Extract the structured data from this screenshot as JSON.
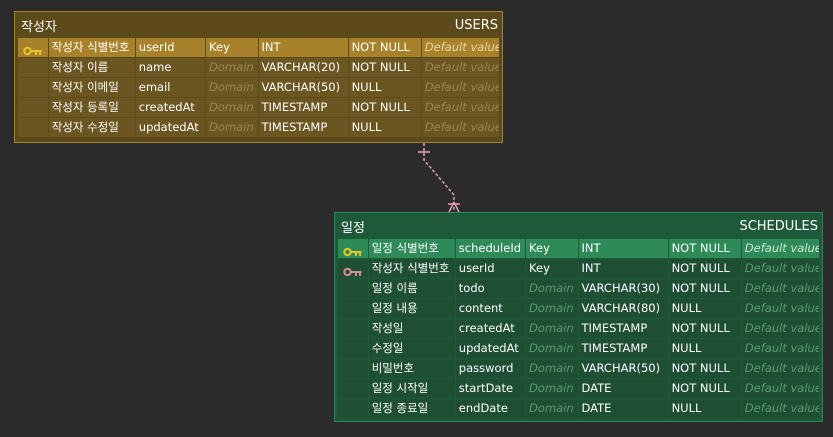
{
  "colors": {
    "background": "#2b2b2b",
    "users_entity": "#5c4a1a",
    "users_pk_row": "#a8822a",
    "schedules_entity": "#1e5a3a",
    "schedules_pk_row": "#2e8a57",
    "primary_key_icon": "#e8c62a",
    "foreign_key_icon": "#d88a9a",
    "relation_line": "#e8a0b0"
  },
  "users": {
    "logical_name": "작성자",
    "physical_name": "USERS",
    "columns": [
      {
        "logical": "작성자 식별번호",
        "physical": "userId",
        "domain": "Key",
        "type": "INT",
        "null": "NOT NULL",
        "default": "Default value",
        "key_icon": "primary-key-icon"
      },
      {
        "logical": "작성자 이름",
        "physical": "name",
        "domain": "Domain",
        "type": "VARCHAR(20)",
        "null": "NOT NULL",
        "default": "Default value"
      },
      {
        "logical": "작성자 이메일",
        "physical": "email",
        "domain": "Domain",
        "type": "VARCHAR(50)",
        "null": "NULL",
        "default": "Default value"
      },
      {
        "logical": "작성자 등록일",
        "physical": "createdAt",
        "domain": "Domain",
        "type": "TIMESTAMP",
        "null": "NOT NULL",
        "default": "Default value"
      },
      {
        "logical": "작성자 수정일",
        "physical": "updatedAt",
        "domain": "Domain",
        "type": "TIMESTAMP",
        "null": "NULL",
        "default": "Default value"
      }
    ]
  },
  "schedules": {
    "logical_name": "일정",
    "physical_name": "SCHEDULES",
    "columns": [
      {
        "logical": "일정 식별번호",
        "physical": "scheduleId",
        "domain": "Key",
        "type": "INT",
        "null": "NOT NULL",
        "default": "Default value",
        "key_icon": "primary-key-icon"
      },
      {
        "logical": "작성자 식별번호",
        "physical": "userId",
        "domain": "Key",
        "type": "INT",
        "null": "NOT NULL",
        "default": "Default value",
        "key_icon": "foreign-key-icon"
      },
      {
        "logical": "일정 이름",
        "physical": "todo",
        "domain": "Domain",
        "type": "VARCHAR(30)",
        "null": "NOT NULL",
        "default": "Default value"
      },
      {
        "logical": "일정 내용",
        "physical": "content",
        "domain": "Domain",
        "type": "VARCHAR(80)",
        "null": "NULL",
        "default": "Default value"
      },
      {
        "logical": "작성일",
        "physical": "createdAt",
        "domain": "Domain",
        "type": "TIMESTAMP",
        "null": "NOT NULL",
        "default": "Default value"
      },
      {
        "logical": "수정일",
        "physical": "updatedAt",
        "domain": "Domain",
        "type": "TIMESTAMP",
        "null": "NULL",
        "default": "Default value"
      },
      {
        "logical": "비밀번호",
        "physical": "password",
        "domain": "Domain",
        "type": "VARCHAR(50)",
        "null": "NOT NULL",
        "default": "Default value"
      },
      {
        "logical": "일정 시작일",
        "physical": "startDate",
        "domain": "Domain",
        "type": "DATE",
        "null": "NOT NULL",
        "default": "Default value"
      },
      {
        "logical": "일정 종료일",
        "physical": "endDate",
        "domain": "Domain",
        "type": "DATE",
        "null": "NULL",
        "default": "Default value"
      }
    ]
  }
}
